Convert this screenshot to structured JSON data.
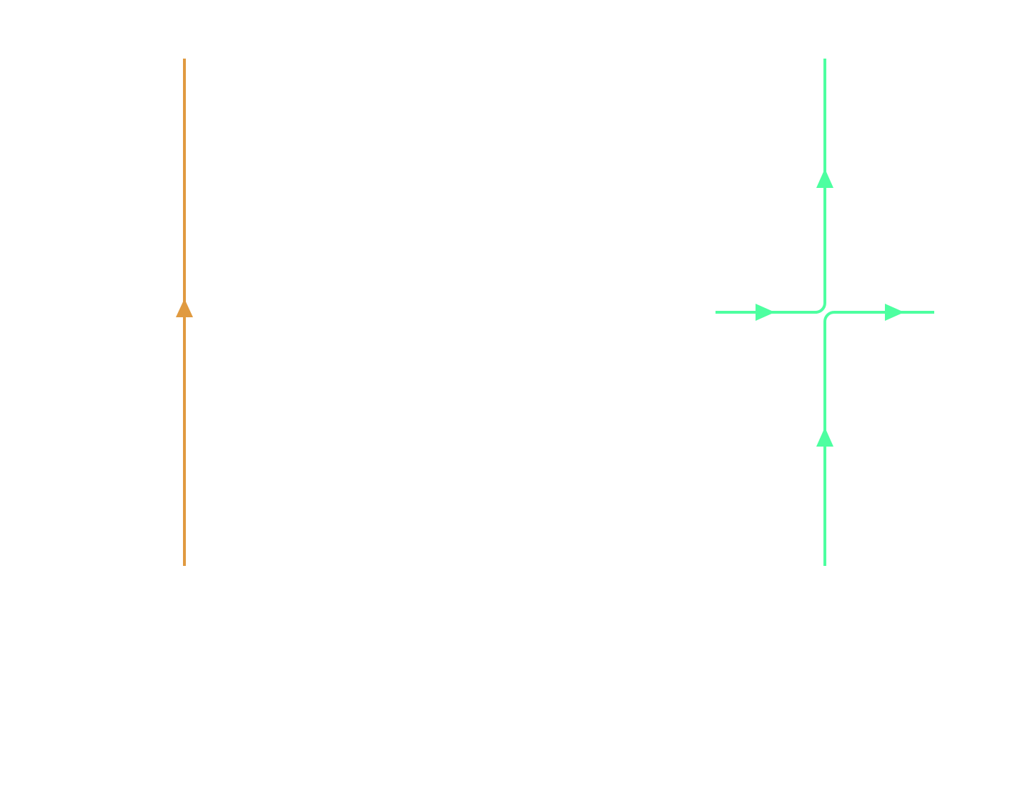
{
  "diagram": {
    "left_line_color": "#E09A40",
    "right_lines_color": "#4DFFA0",
    "left_line": {
      "direction": "up",
      "arrow_count": 1
    },
    "right_diagram": {
      "paths": [
        {
          "name": "horizontal-in-to-vertical-up",
          "arrows": [
            "right",
            "up"
          ]
        },
        {
          "name": "vertical-in-to-horizontal-right",
          "arrows": [
            "up",
            "right"
          ]
        }
      ]
    }
  }
}
